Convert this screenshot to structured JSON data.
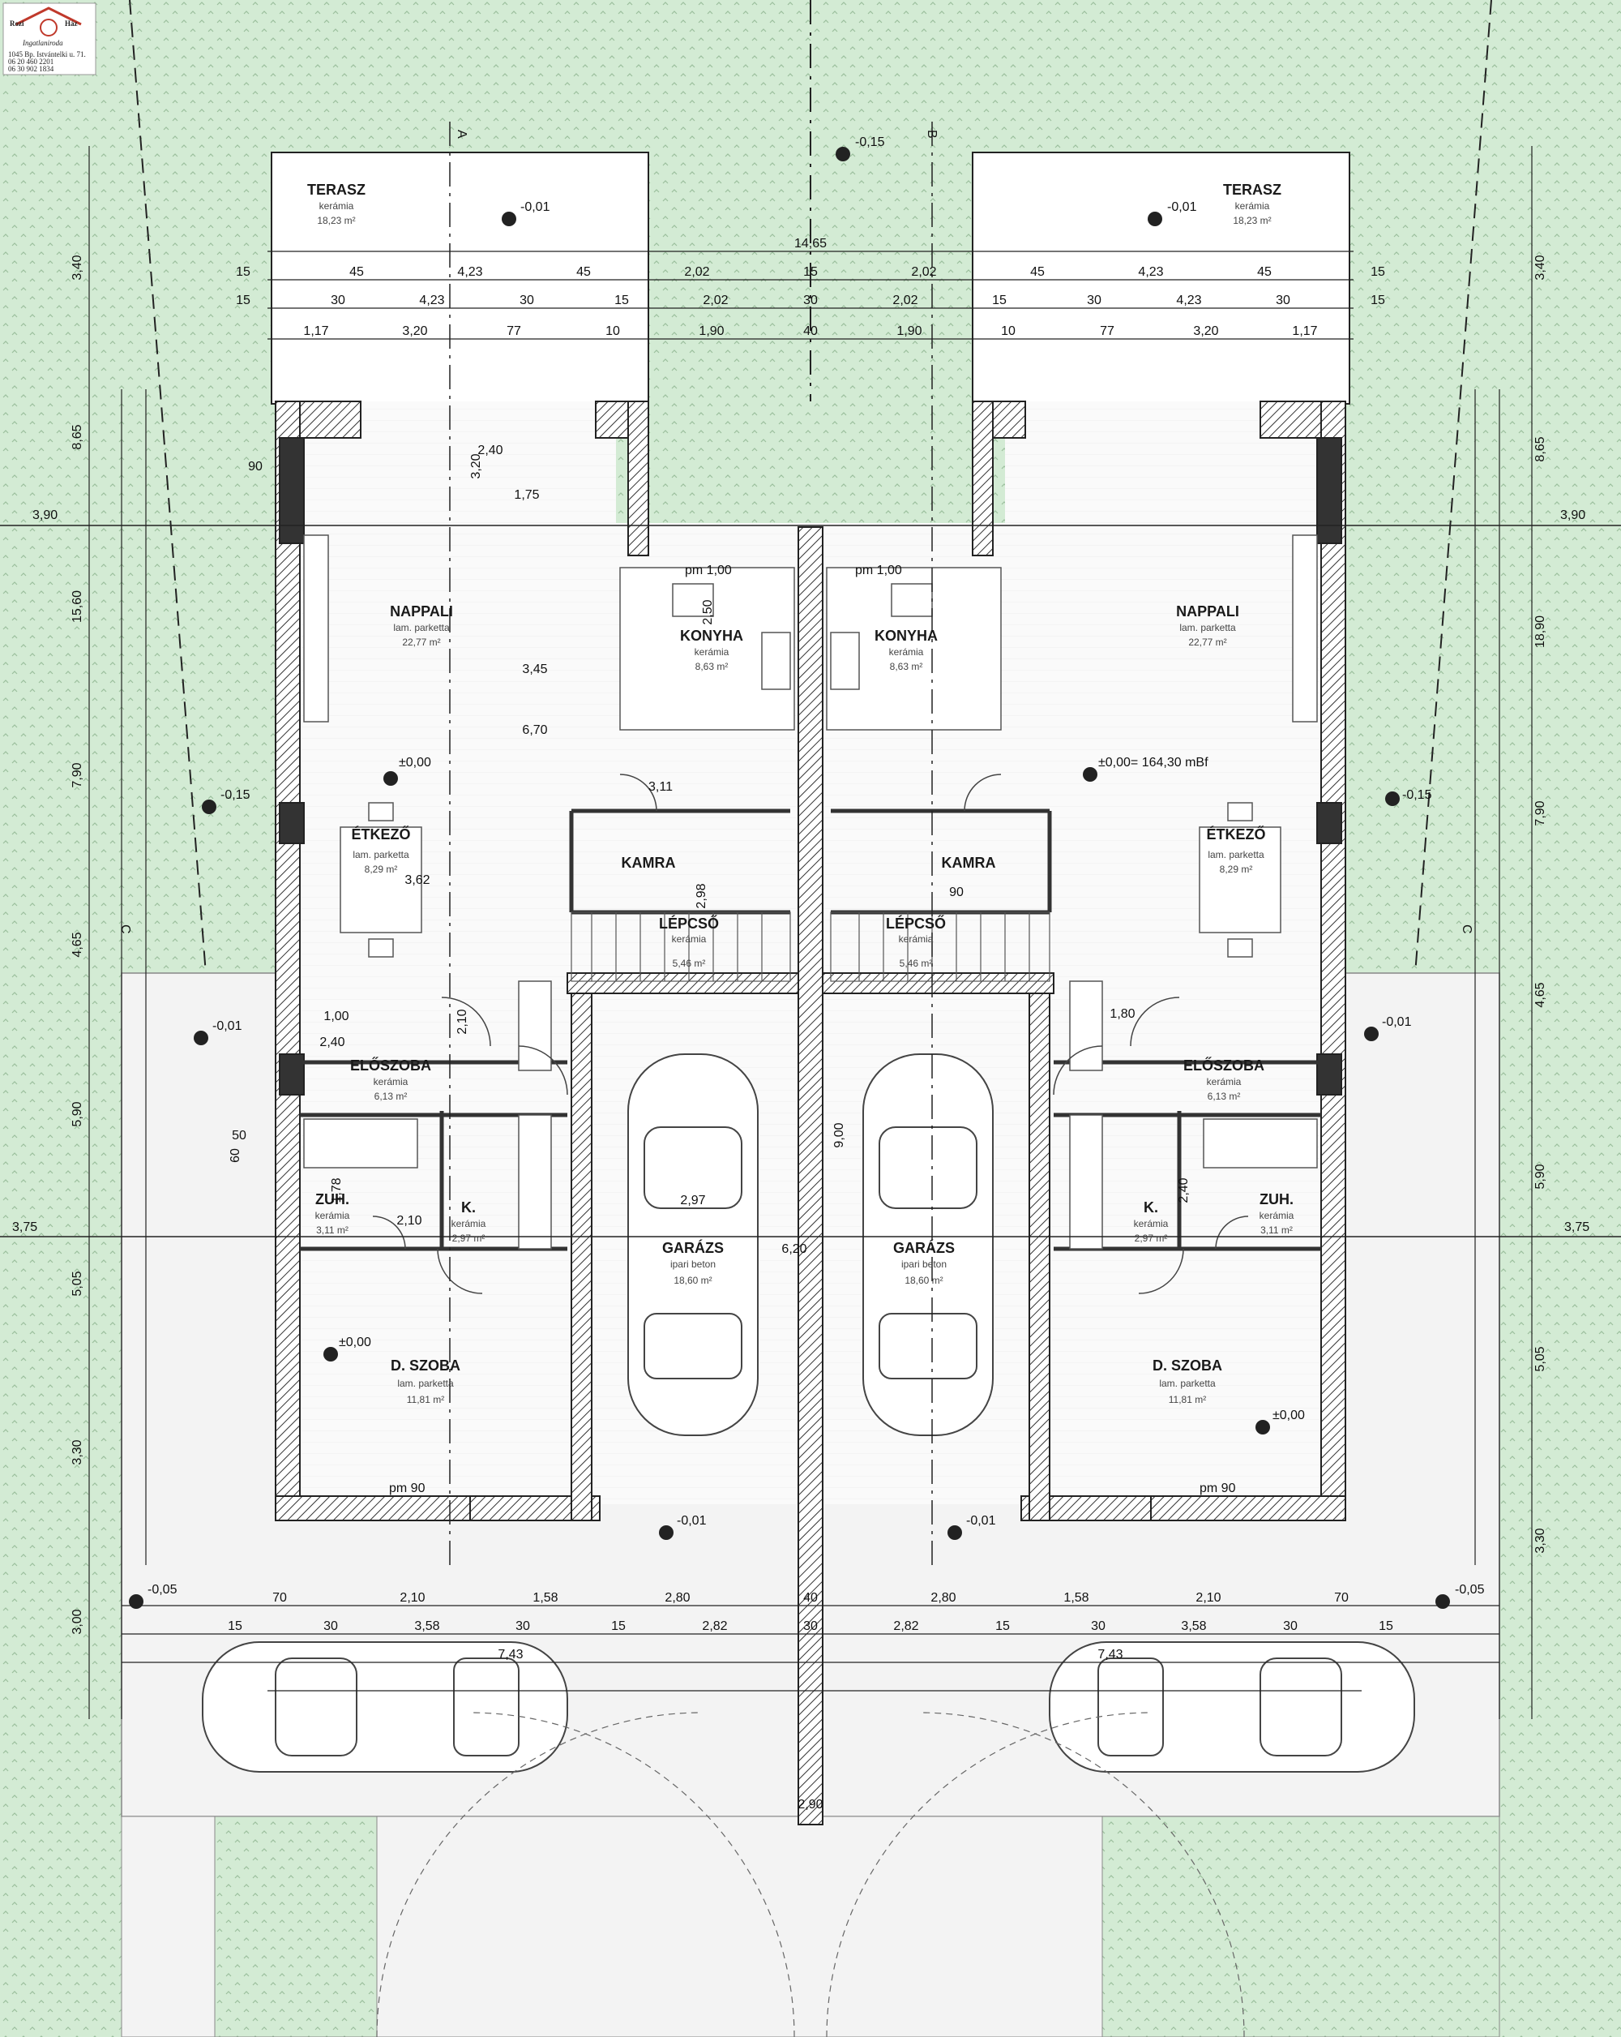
{
  "logo": {
    "line1": "Rozi",
    "line2": "Ház",
    "line3": "Ingatlaniroda",
    "contact": [
      "1045 Bp. Istvántelki u. 71.",
      "06 20 460 2201",
      "06 30 902 1834"
    ]
  },
  "rooms": {
    "terasz": {
      "name": "TERASZ",
      "material": "kerámia",
      "area": "18,23 m²"
    },
    "nappali": {
      "name": "NAPPALI",
      "material": "lam. parketta",
      "area": "22,77 m²"
    },
    "konyha": {
      "name": "KONYHA",
      "material": "kerámia",
      "area": "8,63 m²"
    },
    "etkezo": {
      "name": "ÉTKEZŐ",
      "material": "lam. parketta",
      "area": "8,29 m²"
    },
    "kamra": {
      "name": "KAMRA"
    },
    "lepcso": {
      "name": "LÉPCSŐ",
      "material": "kerámia",
      "area": "5,46 m²"
    },
    "eloszoba": {
      "name": "ELŐSZOBA",
      "material": "kerámia",
      "area": "6,13 m²"
    },
    "zuh": {
      "name": "ZUH.",
      "material": "kerámia",
      "area": "3,11 m²"
    },
    "k": {
      "name": "K.",
      "material": "kerámia",
      "area": "2,97 m²"
    },
    "garazs": {
      "name": "GARÁZS",
      "material": "ipari beton",
      "area": "18,60 m²"
    },
    "dszoba": {
      "name": "D. SZOBA",
      "material": "lam. parketta",
      "area": "11,81 m²"
    }
  },
  "levels": {
    "top": "-0,15",
    "terrace": "-0,01",
    "floor": "±0,00",
    "reference": "±0,00= 164,30 mBf",
    "side": "-0,15",
    "entry": "-0,01",
    "drive": "-0,01",
    "street": "-0,05"
  },
  "dimensions": {
    "total_width": "14,65",
    "row1": [
      "15",
      "45",
      "4,23",
      "45",
      "2,02",
      "15",
      "2,02",
      "45",
      "4,23",
      "45",
      "15"
    ],
    "row2": [
      "15",
      "30",
      "4,23",
      "30",
      "15",
      "2,02",
      "30",
      "2,02",
      "15",
      "30",
      "4,23",
      "30",
      "15"
    ],
    "row3": [
      "1,17",
      "3,20",
      "77",
      "10",
      "1,90",
      "40",
      "1,90",
      "10",
      "77",
      "3,20",
      "1,17"
    ],
    "side_left": [
      "3,40",
      "8,65",
      "15,60",
      "7,90",
      "4,65",
      "5,90",
      "5,05",
      "3,30",
      "3,00"
    ],
    "side_right": [
      "3,40",
      "8,65",
      "18,90",
      "7,90",
      "4,65",
      "5,90",
      "5,05",
      "3,30"
    ],
    "front_row1": [
      "70",
      "2,10",
      "1,58",
      "2,80",
      "40",
      "2,80",
      "1,58",
      "2,10",
      "70"
    ],
    "front_row2": [
      "15",
      "30",
      "3,58",
      "30",
      "15",
      "2,82",
      "30",
      "2,82",
      "15",
      "30",
      "3,58",
      "30",
      "15"
    ],
    "front_row3": [
      "7,43",
      "7,43"
    ],
    "axis_left": "3,90",
    "axis_right": "3,90",
    "axis_left2": "3,75",
    "axis_right2": "3,75",
    "interior": [
      "6,70",
      "3,11",
      "2,50",
      "3,45",
      "1,75",
      "3,20",
      "2,40",
      "3,62",
      "2,98",
      "2,97",
      "6,20",
      "2,10",
      "1,00",
      "2,40",
      "1,78",
      "2,10",
      "50",
      "60",
      "90",
      "1,80",
      "2,40",
      "90",
      "2,90",
      "9,00"
    ],
    "opening_label": "pm 90",
    "kitchen_label": "pm 1,00"
  },
  "axis_marks": [
    "A",
    "B",
    "C"
  ],
  "colors": {
    "lawn": "#d3ebd4",
    "lawn_dot": "#9bbf9c",
    "wall": "#3a3a3a",
    "paving": "#f0f0f0"
  }
}
